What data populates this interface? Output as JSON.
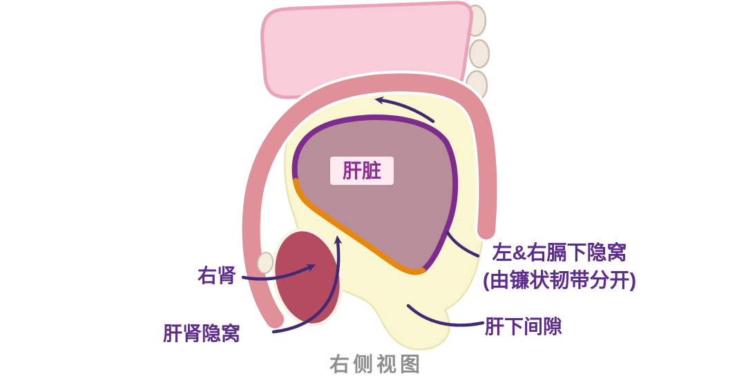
{
  "diagram": {
    "caption": "右侧视图"
  },
  "labels": {
    "liver": "肝脏",
    "right_kidney": "右肾",
    "hepatorenal_recess": "肝肾隐窝",
    "subphrenic_recess_line1": "左&右膈下隐窝",
    "subphrenic_recess_line2": "(由镰状韧带分开)",
    "subhepatic_space": "肝下间隙"
  },
  "colors": {
    "label_purple": "#5c2b8c",
    "arrow_purple": "#412a74",
    "liver_fill": "#b78e9a",
    "liver_superior_outline_purple": "#7d2b8d",
    "liver_inferior_outline_orange": "#e8880b",
    "kidney_fill": "#b54b60",
    "peritoneal_space_yellow": "#faf6cf",
    "body_wall_pink": "#df9098",
    "thorax_pink": "#f8cdd9",
    "caption_gray": "#8e8e8e"
  }
}
